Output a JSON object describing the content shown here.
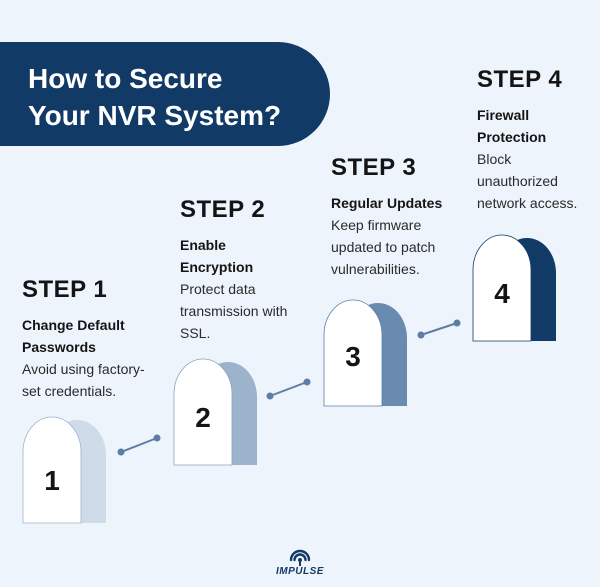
{
  "title": {
    "line1": "How to Secure",
    "line2": "Your NVR System?"
  },
  "steps": [
    {
      "heading": "STEP 1",
      "subtitle_lines": [
        "Change Default",
        "Passwords"
      ],
      "description_lines": [
        "Avoid using factory-",
        "set credentials."
      ],
      "number": "1"
    },
    {
      "heading": "STEP 2",
      "subtitle_lines": [
        "Enable",
        "Encryption"
      ],
      "description_lines": [
        "Protect data",
        "transmission with",
        "SSL."
      ],
      "number": "2"
    },
    {
      "heading": "STEP 3",
      "subtitle_lines": [
        "Regular Updates"
      ],
      "description_lines": [
        "Keep firmware",
        "updated to patch",
        "vulnerabilities."
      ],
      "number": "3"
    },
    {
      "heading": "STEP 4",
      "subtitle_lines": [
        "Firewall",
        "Protection"
      ],
      "description_lines": [
        "Block",
        "unauthorized",
        "network access."
      ],
      "number": "4"
    }
  ],
  "logo": {
    "text": "IMPULSE"
  },
  "colors": {
    "banner": "#123a66",
    "background": "#eef4fb",
    "tomb1_side": "#cfdbe8",
    "tomb2_side": "#9db3cc",
    "tomb3_side": "#6a8bb0",
    "tomb4_side": "#123a66",
    "connector": "#5c7ea6"
  }
}
